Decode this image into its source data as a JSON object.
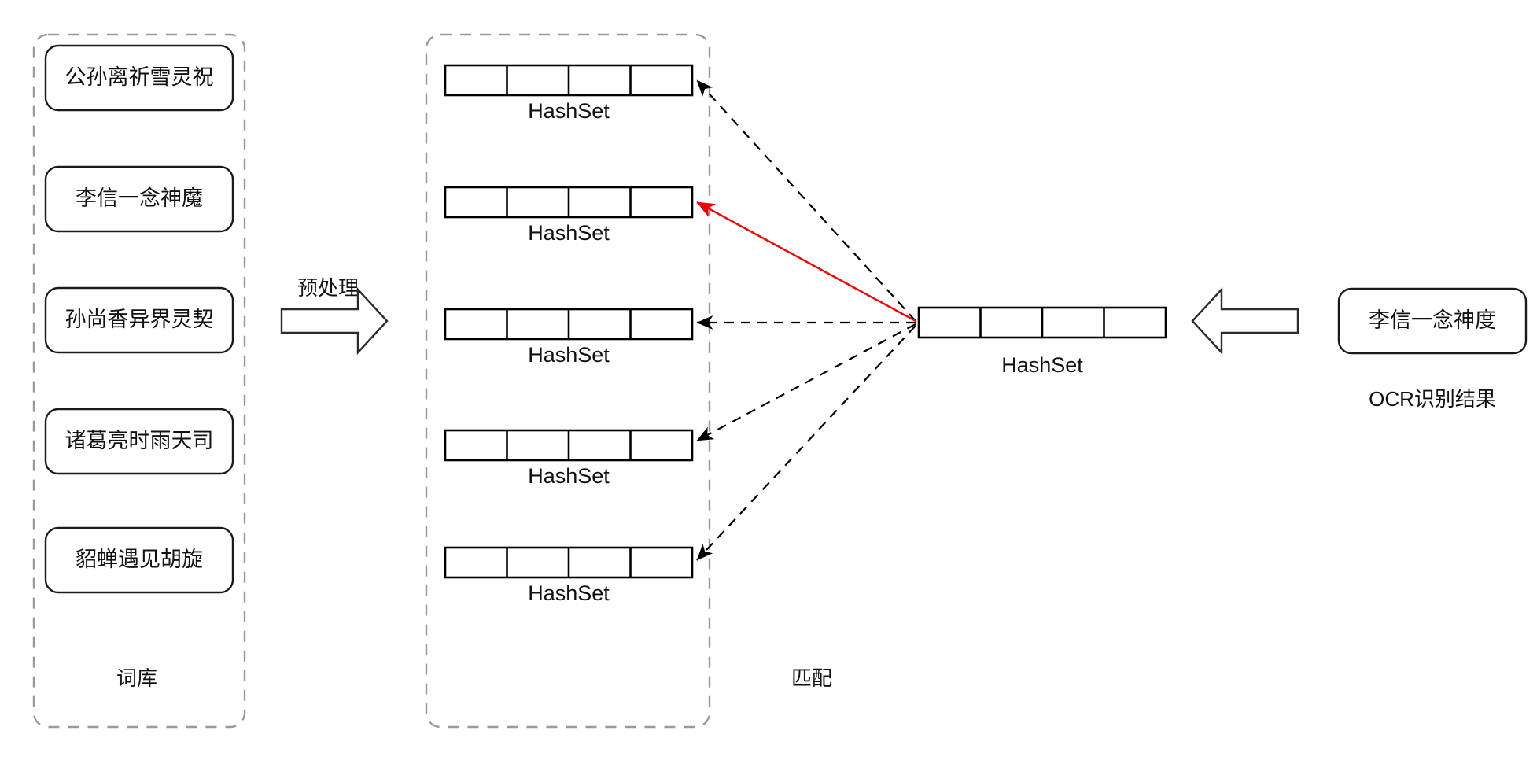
{
  "diagram": {
    "title": "OCR text matching via HashSet lookup",
    "colors": {
      "match_arrow": "#ee0000",
      "candidate_arrow": "#000000",
      "container_border": "#9a9a9a",
      "box_border": "#1a1a1a",
      "background": "#ffffff"
    }
  },
  "lexicon_panel": {
    "label": "词库",
    "entries": [
      {
        "text": "公孙离祈雪灵祝"
      },
      {
        "text": "李信一念神魔"
      },
      {
        "text": "孙尚香异界灵契"
      },
      {
        "text": "诸葛亮时雨天司"
      },
      {
        "text": "貂蝉遇见胡旋"
      }
    ]
  },
  "preprocess_stage": {
    "label": "预处理",
    "arrow_direction": "right"
  },
  "match_panel": {
    "label": "匹配",
    "hashsets": [
      {
        "label": "HashSet",
        "cells": 4,
        "matched": false
      },
      {
        "label": "HashSet",
        "cells": 4,
        "matched": true
      },
      {
        "label": "HashSet",
        "cells": 4,
        "matched": false
      },
      {
        "label": "HashSet",
        "cells": 4,
        "matched": false
      },
      {
        "label": "HashSet",
        "cells": 4,
        "matched": false
      }
    ]
  },
  "query_hashset": {
    "label": "HashSet",
    "cells": 4
  },
  "ocr_stage": {
    "arrow_direction": "left",
    "result_text": "李信一念神度",
    "caption": "OCR识别结果"
  }
}
